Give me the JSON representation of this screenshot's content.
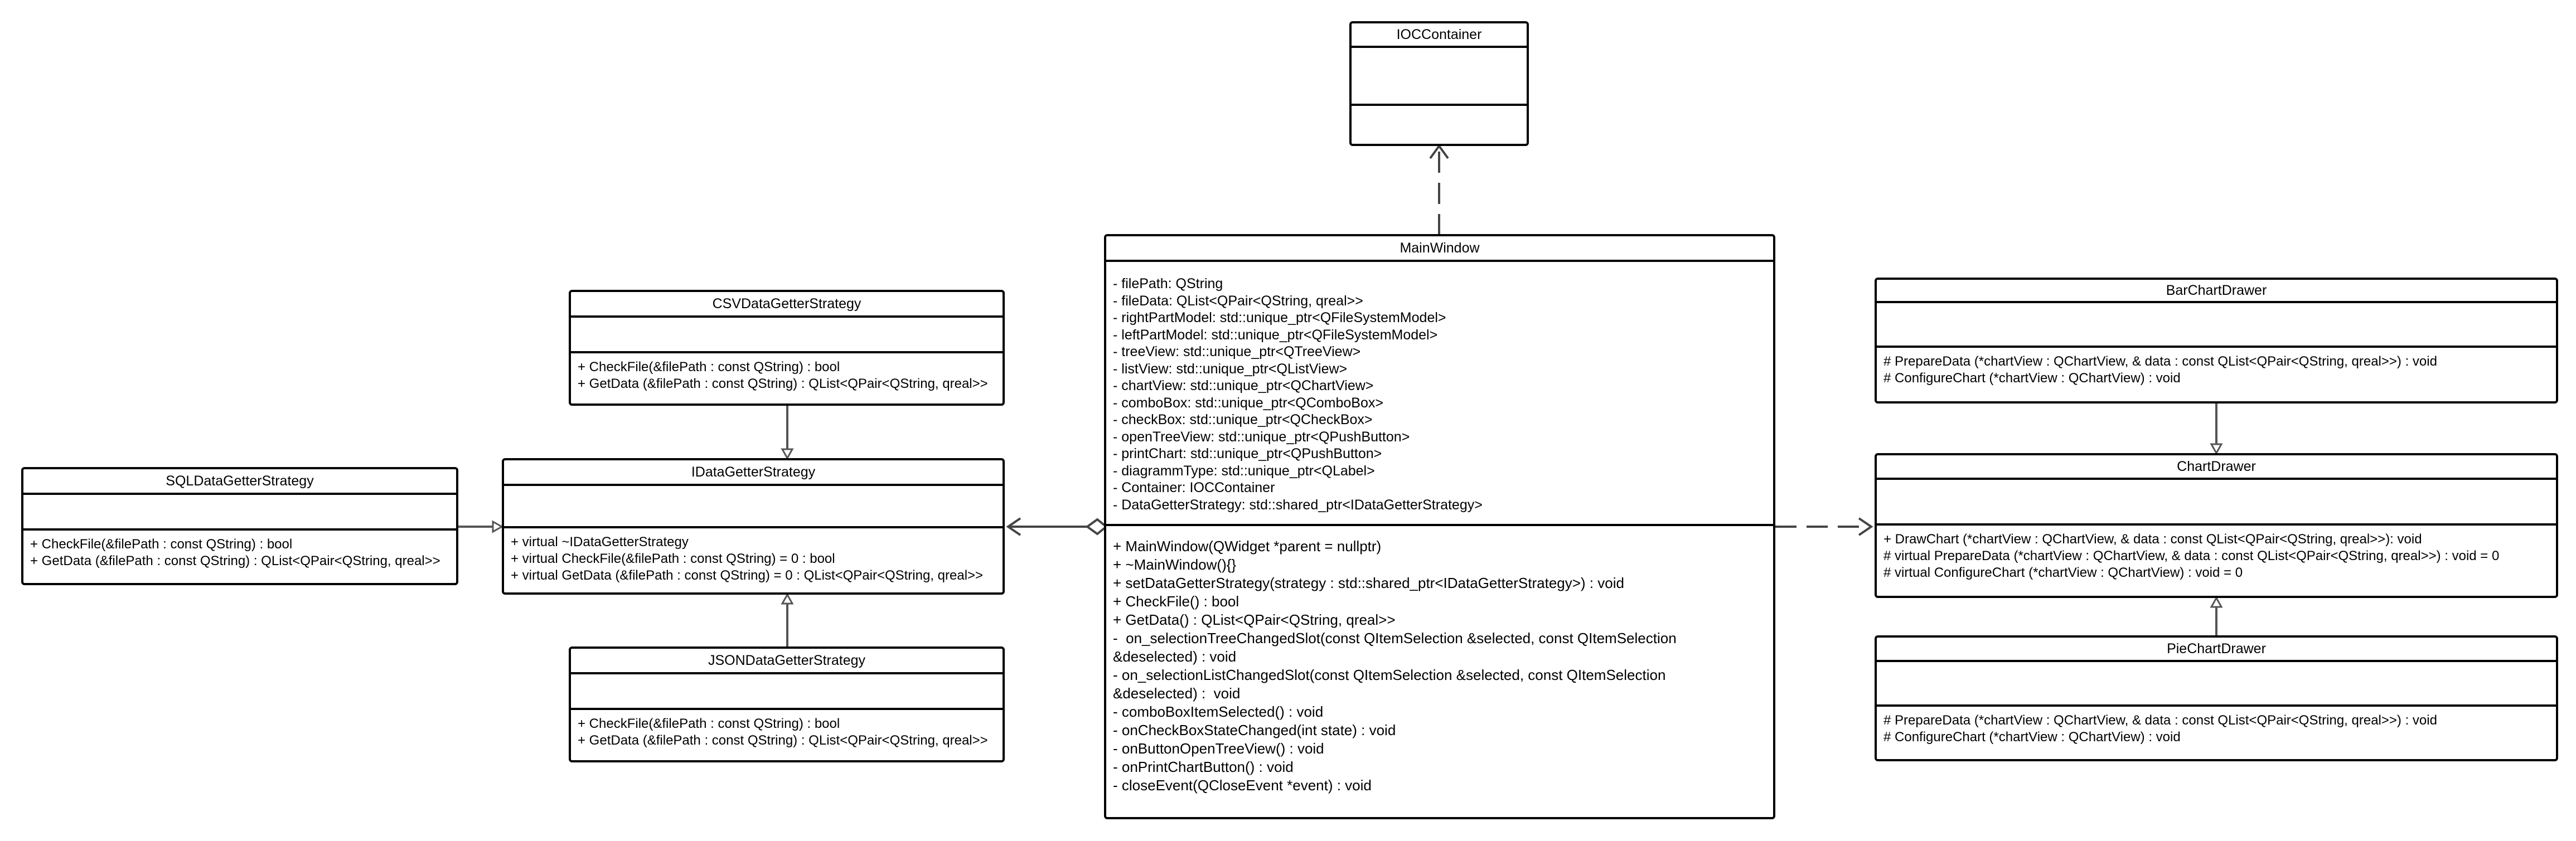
{
  "classes": {
    "ioc": {
      "name": "IOCContainer",
      "attributes": [],
      "operations": []
    },
    "main_window": {
      "name": "MainWindow",
      "attributes": [
        "- filePath: QString",
        "- fileData: QList<QPair<QString, qreal>>",
        "- rightPartModel: std::unique_ptr<QFileSystemModel>",
        "- leftPartModel: std::unique_ptr<QFileSystemModel>",
        "- treeView: std::unique_ptr<QTreeView>",
        "- listView: std::unique_ptr<QListView>",
        "- chartView: std::unique_ptr<QChartView>",
        "- comboBox: std::unique_ptr<QComboBox>",
        "- checkBox: std::unique_ptr<QCheckBox>",
        "- openTreeView: std::unique_ptr<QPushButton>",
        "- printChart: std::unique_ptr<QPushButton>",
        "- diagrammType: std::unique_ptr<QLabel>",
        "- Container: IOCContainer",
        "- DataGetterStrategy: std::shared_ptr<IDataGetterStrategy>"
      ],
      "operations": [
        "+ MainWindow(QWidget *parent = nullptr)",
        "+ ~MainWindow(){}",
        "+ setDataGetterStrategy(strategy : std::shared_ptr<IDataGetterStrategy>) : void",
        "+ CheckFile() : bool",
        "+ GetData() : QList<QPair<QString, qreal>>",
        "-  on_selectionTreeChangedSlot(const QItemSelection &selected, const QItemSelection",
        "&deselected) : void",
        "- on_selectionListChangedSlot(const QItemSelection &selected, const QItemSelection",
        "&deselected) :  void",
        "- comboBoxItemSelected() : void",
        "- onCheckBoxStateChanged(int state) : void",
        "- onButtonOpenTreeView() : void",
        "- onPrintChartButton() : void",
        "- closeEvent(QCloseEvent *event) : void"
      ]
    },
    "csv": {
      "name": "CSVDataGetterStrategy",
      "attributes": [],
      "operations": [
        "+ CheckFile(&filePath : const QString) : bool",
        "+ GetData (&filePath : const QString) : QList<QPair<QString, qreal>>"
      ]
    },
    "idata": {
      "name": "IDataGetterStrategy",
      "attributes": [],
      "operations": [
        "+ virtual ~IDataGetterStrategy",
        "+ virtual CheckFile(&filePath : const QString) = 0 : bool",
        "+ virtual GetData (&filePath : const QString) = 0 : QList<QPair<QString, qreal>>"
      ]
    },
    "sql": {
      "name": "SQLDataGetterStrategy",
      "attributes": [],
      "operations": [
        "+ CheckFile(&filePath : const QString) : bool",
        "+ GetData (&filePath : const QString) : QList<QPair<QString, qreal>>"
      ]
    },
    "json": {
      "name": "JSONDataGetterStrategy",
      "attributes": [],
      "operations": [
        "+ CheckFile(&filePath : const QString) : bool",
        "+ GetData (&filePath : const QString) : QList<QPair<QString, qreal>>"
      ]
    },
    "bar": {
      "name": "BarChartDrawer",
      "attributes": [],
      "operations": [
        "# PrepareData (*chartView : QChartView, & data : const QList<QPair<QString, qreal>>) : void",
        "# ConfigureChart (*chartView : QChartView) : void"
      ]
    },
    "chart": {
      "name": "ChartDrawer",
      "attributes": [],
      "operations": [
        "+ DrawChart (*chartView : QChartView, & data : const QList<QPair<QString, qreal>>): void",
        "# virtual PrepareData (*chartView : QChartView, & data : const QList<QPair<QString, qreal>>) : void = 0",
        "# virtual ConfigureChart (*chartView : QChartView) : void = 0"
      ]
    },
    "pie": {
      "name": "PieChartDrawer",
      "attributes": [],
      "operations": [
        "# PrepareData (*chartView : QChartView, & data : const QList<QPair<QString, qreal>>) : void",
        "# ConfigureChart (*chartView : QChartView) : void"
      ]
    }
  },
  "relations": [
    {
      "from": "main_window",
      "to": "ioc",
      "type": "dependency"
    },
    {
      "from": "main_window",
      "to": "chart",
      "type": "dependency"
    },
    {
      "from": "main_window",
      "to": "idata",
      "type": "aggregation"
    },
    {
      "from": "csv",
      "to": "idata",
      "type": "generalization"
    },
    {
      "from": "sql",
      "to": "idata",
      "type": "generalization"
    },
    {
      "from": "json",
      "to": "idata",
      "type": "generalization"
    },
    {
      "from": "bar",
      "to": "chart",
      "type": "generalization"
    },
    {
      "from": "pie",
      "to": "chart",
      "type": "generalization"
    }
  ]
}
